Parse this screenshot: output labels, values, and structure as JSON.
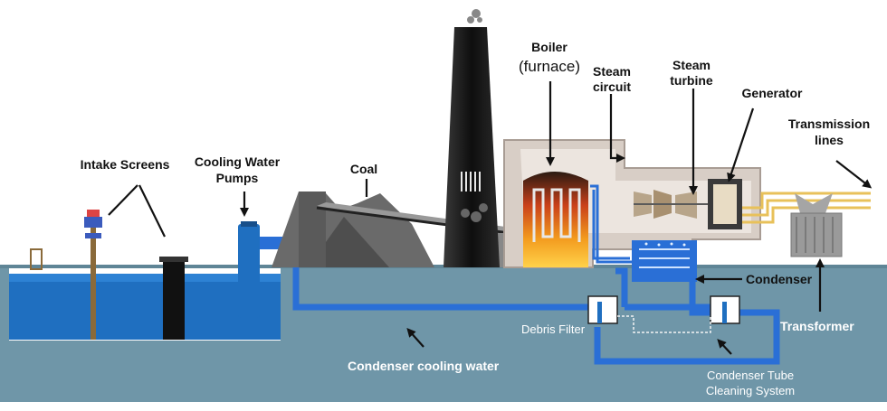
{
  "labels": {
    "intake_screens": "Intake Screens",
    "cooling_water_pumps_1": "Cooling Water",
    "cooling_water_pumps_2": "Pumps",
    "coal": "Coal",
    "boiler": "Boiler",
    "furnace": "(furnace)",
    "steam_circuit_1": "Steam",
    "steam_circuit_2": "circuit",
    "steam_turbine_1": "Steam",
    "steam_turbine_2": "turbine",
    "generator": "Generator",
    "transmission_1": "Transmission",
    "transmission_2": "lines",
    "condenser": "Condenser",
    "transformer": "Transformer",
    "debris_filter": "Debris Filter",
    "condenser_cooling_water": "Condenser cooling water",
    "tube_cleaning_1": "Condenser Tube",
    "tube_cleaning_2": "Cleaning System"
  },
  "colors": {
    "water_dark": "#1f6fc0",
    "water_light": "#6f96a8",
    "pipe": "#2a6fd6",
    "building": "#cfc4bd",
    "fire": "#f08a1c"
  }
}
